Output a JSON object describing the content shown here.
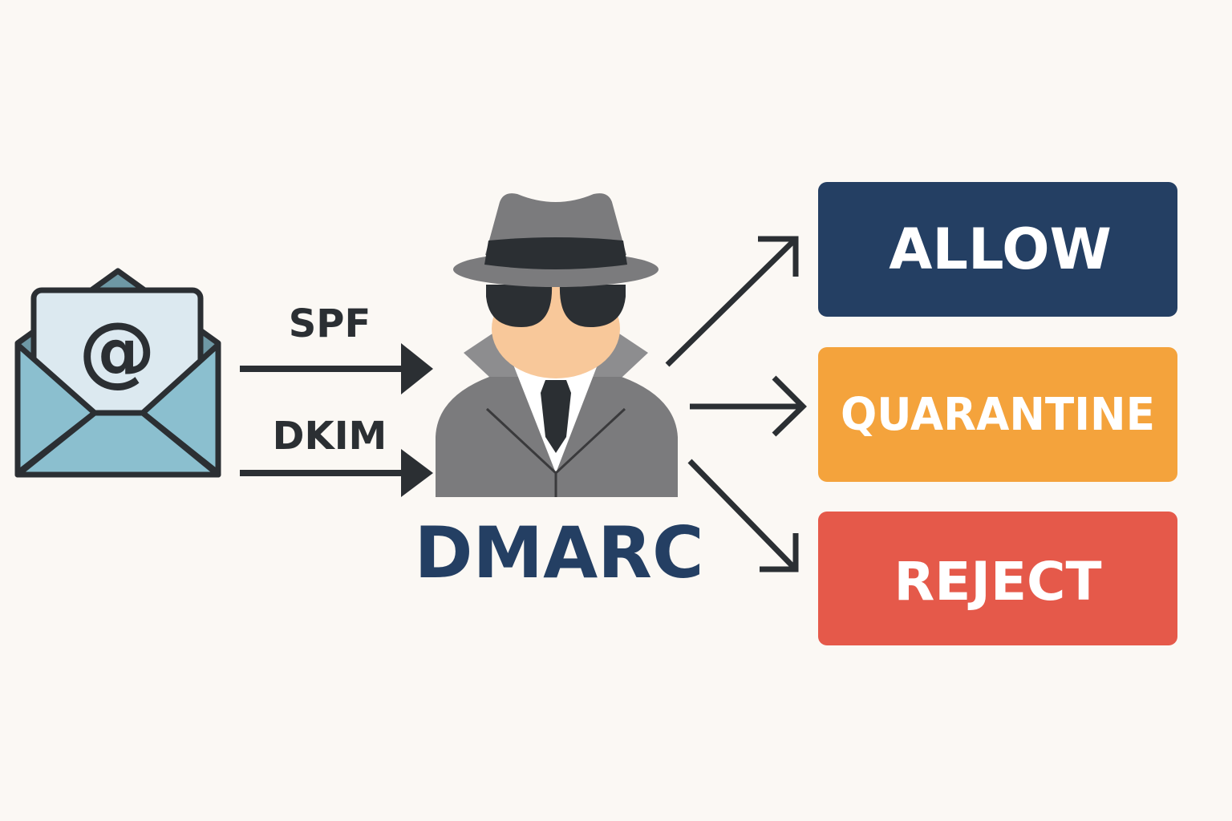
{
  "inputs": {
    "spf_label": "SPF",
    "dkim_label": "DKIM"
  },
  "center": {
    "title": "DMARC"
  },
  "outcomes": [
    {
      "label": "ALLOW",
      "color": "#243f63"
    },
    {
      "label": "QUARANTINE",
      "color": "#f4a33c"
    },
    {
      "label": "REJECT",
      "color": "#e5594a"
    }
  ],
  "colors": {
    "background": "#fbf8f4",
    "outline": "#2b2f33",
    "envelope": "#8bbfcf",
    "paper": "#dce9f0",
    "coat": "#7b7b7d",
    "skin": "#f8c89a"
  }
}
